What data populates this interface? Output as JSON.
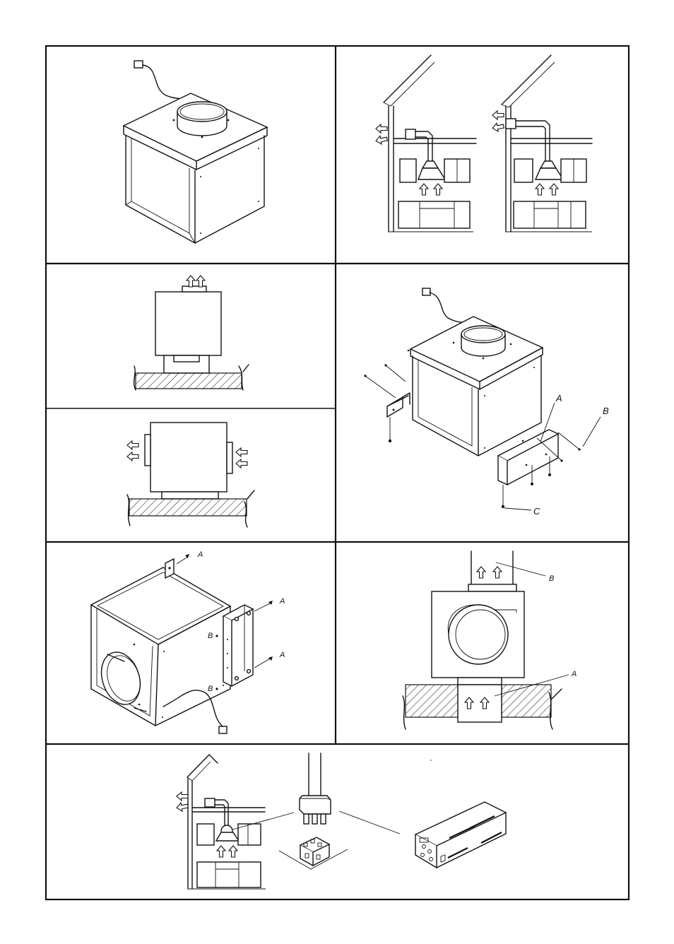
{
  "labels": {
    "p4_a": "A",
    "p4_b": "B",
    "p4_c": "C",
    "p5_a_top": "A",
    "p5_a_mid": "A",
    "p5_a_low": "A",
    "p5_b_up": "B",
    "p5_b_low": "B",
    "p6_b": "B",
    "p6_a": "A"
  }
}
